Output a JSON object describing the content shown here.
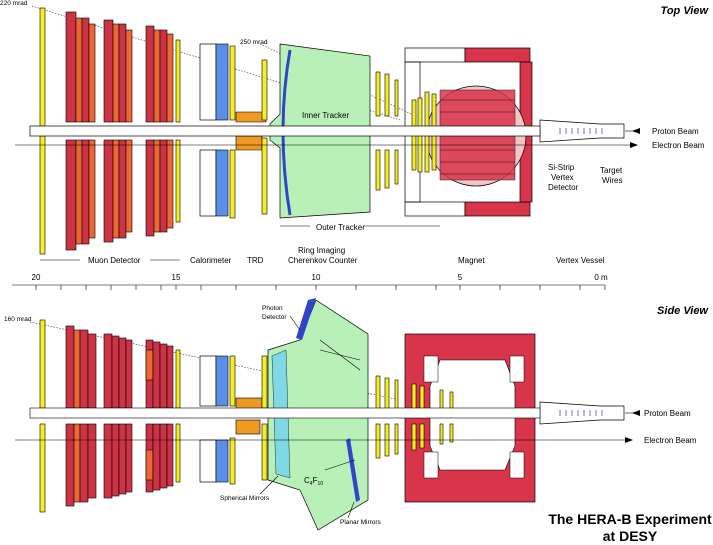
{
  "top_view": {
    "title": "Top View",
    "angle_220": "220 mrad",
    "angle_250": "250 mrad",
    "inner_tracker": "Inner Tracker",
    "outer_tracker": "Outer Tracker",
    "proton_beam": "Proton Beam",
    "electron_beam": "Electron Beam",
    "si_strip": [
      "Si-Strip",
      "Vertex",
      "Detector"
    ],
    "target_wires": [
      "Target",
      "Wires"
    ],
    "muon_detector": "Muon Detector",
    "calorimeter": "Calorimeter",
    "trd": "TRD",
    "rich": [
      "Ring Imaging",
      "Cherenkov Counter"
    ],
    "magnet": "Magnet",
    "vertex_vessel": "Vertex Vessel"
  },
  "scale": {
    "ticks": [
      "20",
      "15",
      "10",
      "5",
      "0 m"
    ]
  },
  "side_view": {
    "title": "Side View",
    "angle_160": "160 mrad",
    "photon_detector": [
      "Photon",
      "Detector"
    ],
    "spherical_mirrors": "Spherical Mirrors",
    "planar_mirrors": "Planar Mirrors",
    "c4f10_main": "C",
    "c4f10_sub1": "4",
    "c4f10_mid": "F",
    "c4f10_sub2": "10",
    "proton_beam": "Proton Beam",
    "electron_beam": "Electron Beam"
  },
  "caption": {
    "line1": "The HERA-B Experiment",
    "line2": "at DESY"
  },
  "colors": {
    "muon_red": "#cc3344",
    "muon_orange": "#ee6633",
    "tracker_yellow": "#f5ee22",
    "rich_green": "#b8f0b8",
    "calorimeter_blue": "#5b8ee6",
    "magnet_red": "#d8344a"
  }
}
